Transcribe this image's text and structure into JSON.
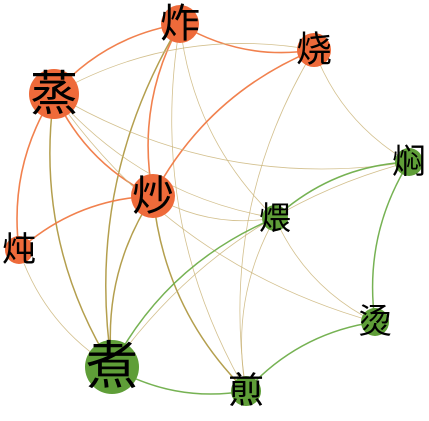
{
  "colors": {
    "orange_node": "#ee6a3a",
    "green_node": "#5f9e38",
    "orange_edge": "#f07a45",
    "olive_edge": "#b09a45",
    "green_edge": "#6fae4a",
    "tan_edge": "#cbb57a"
  },
  "nodes": [
    {
      "id": "zha",
      "label": "炸",
      "group": "orange"
    },
    {
      "id": "shao",
      "label": "烧",
      "group": "orange"
    },
    {
      "id": "zheng",
      "label": "蒸",
      "group": "orange"
    },
    {
      "id": "chao",
      "label": "炒",
      "group": "orange"
    },
    {
      "id": "dun",
      "label": "炖",
      "group": "orange"
    },
    {
      "id": "men",
      "label": "焖",
      "group": "green"
    },
    {
      "id": "wei",
      "label": "煨",
      "group": "green"
    },
    {
      "id": "tang",
      "label": "烫",
      "group": "green"
    },
    {
      "id": "zhu",
      "label": "煮",
      "group": "green"
    },
    {
      "id": "jian",
      "label": "煎",
      "group": "green"
    }
  ],
  "edges": [
    {
      "source": "zha",
      "target": "shao",
      "kind": "orange"
    },
    {
      "source": "zha",
      "target": "zheng",
      "kind": "orange"
    },
    {
      "source": "zha",
      "target": "chao",
      "kind": "orange"
    },
    {
      "source": "zha",
      "target": "zhu",
      "kind": "olive"
    },
    {
      "source": "zha",
      "target": "wei",
      "kind": "tan"
    },
    {
      "source": "zha",
      "target": "jian",
      "kind": "tan"
    },
    {
      "source": "shao",
      "target": "chao",
      "kind": "orange"
    },
    {
      "source": "shao",
      "target": "zheng",
      "kind": "tan"
    },
    {
      "source": "shao",
      "target": "men",
      "kind": "tan"
    },
    {
      "source": "shao",
      "target": "jian",
      "kind": "tan"
    },
    {
      "source": "zheng",
      "target": "chao",
      "kind": "orange"
    },
    {
      "source": "zheng",
      "target": "dun",
      "kind": "orange"
    },
    {
      "source": "zheng",
      "target": "zhu",
      "kind": "olive"
    },
    {
      "source": "zheng",
      "target": "men",
      "kind": "tan"
    },
    {
      "source": "zheng",
      "target": "wei",
      "kind": "tan"
    },
    {
      "source": "zheng",
      "target": "tang",
      "kind": "tan"
    },
    {
      "source": "chao",
      "target": "dun",
      "kind": "orange"
    },
    {
      "source": "chao",
      "target": "zhu",
      "kind": "olive"
    },
    {
      "source": "chao",
      "target": "jian",
      "kind": "olive"
    },
    {
      "source": "chao",
      "target": "wei",
      "kind": "tan"
    },
    {
      "source": "dun",
      "target": "zhu",
      "kind": "tan"
    },
    {
      "source": "men",
      "target": "wei",
      "kind": "green"
    },
    {
      "source": "men",
      "target": "tang",
      "kind": "green"
    },
    {
      "source": "men",
      "target": "zhu",
      "kind": "tan"
    },
    {
      "source": "wei",
      "target": "zhu",
      "kind": "green"
    },
    {
      "source": "wei",
      "target": "tang",
      "kind": "tan"
    },
    {
      "source": "wei",
      "target": "jian",
      "kind": "tan"
    },
    {
      "source": "tang",
      "target": "jian",
      "kind": "green"
    },
    {
      "source": "zhu",
      "target": "jian",
      "kind": "green"
    }
  ]
}
